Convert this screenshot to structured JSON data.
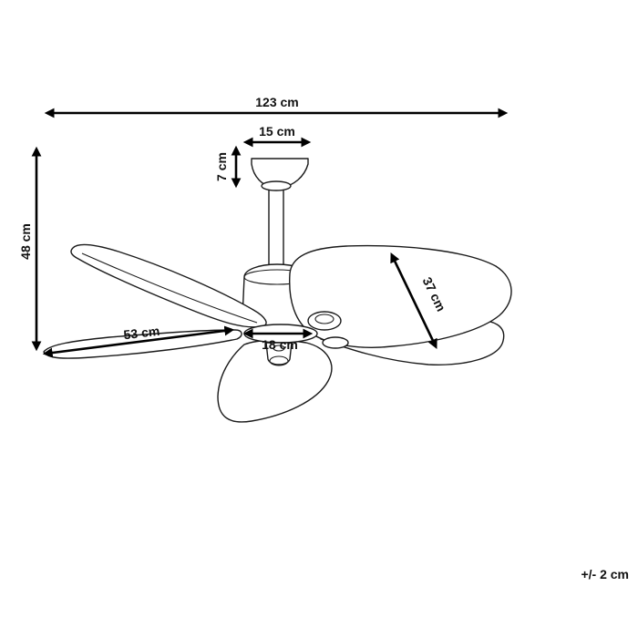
{
  "dimensions": {
    "overall_width": "123 cm",
    "canopy_width": "15 cm",
    "canopy_height": "7 cm",
    "total_height": "48 cm",
    "blade_length": "53 cm",
    "motor_width": "18 cm",
    "blade_width": "37 cm"
  },
  "tolerance": "+/- 2 cm"
}
